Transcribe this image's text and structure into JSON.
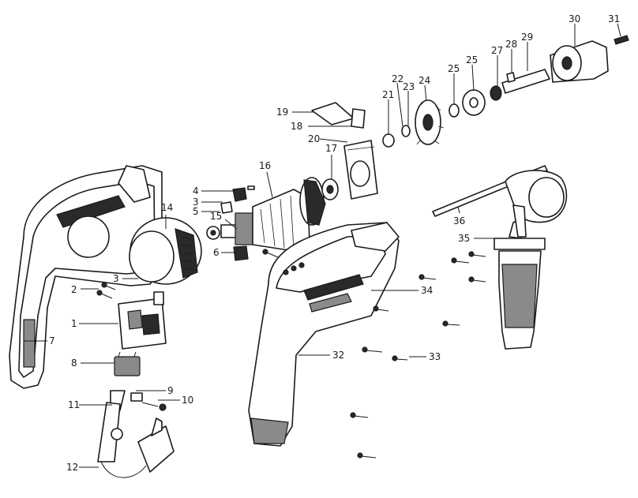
{
  "labels": {
    "p1": "1",
    "p2": "2",
    "p3": "3",
    "p3b": "3",
    "p4": "4",
    "p5": "5",
    "p6": "6",
    "p7": "7",
    "p8": "8",
    "p9": "9",
    "p10": "10",
    "p11": "11",
    "p12": "12",
    "p14": "14",
    "p15": "15",
    "p16": "16",
    "p17": "17",
    "p18": "18",
    "p19": "19",
    "p20": "20",
    "p21": "21",
    "p22": "22",
    "p23": "23",
    "p24": "24",
    "p25a": "25",
    "p25b": "25",
    "p27": "27",
    "p28": "28",
    "p29": "29",
    "p30": "30",
    "p31": "31",
    "p32": "32",
    "p33": "33",
    "p34": "34",
    "p35": "35",
    "p36": "36"
  }
}
